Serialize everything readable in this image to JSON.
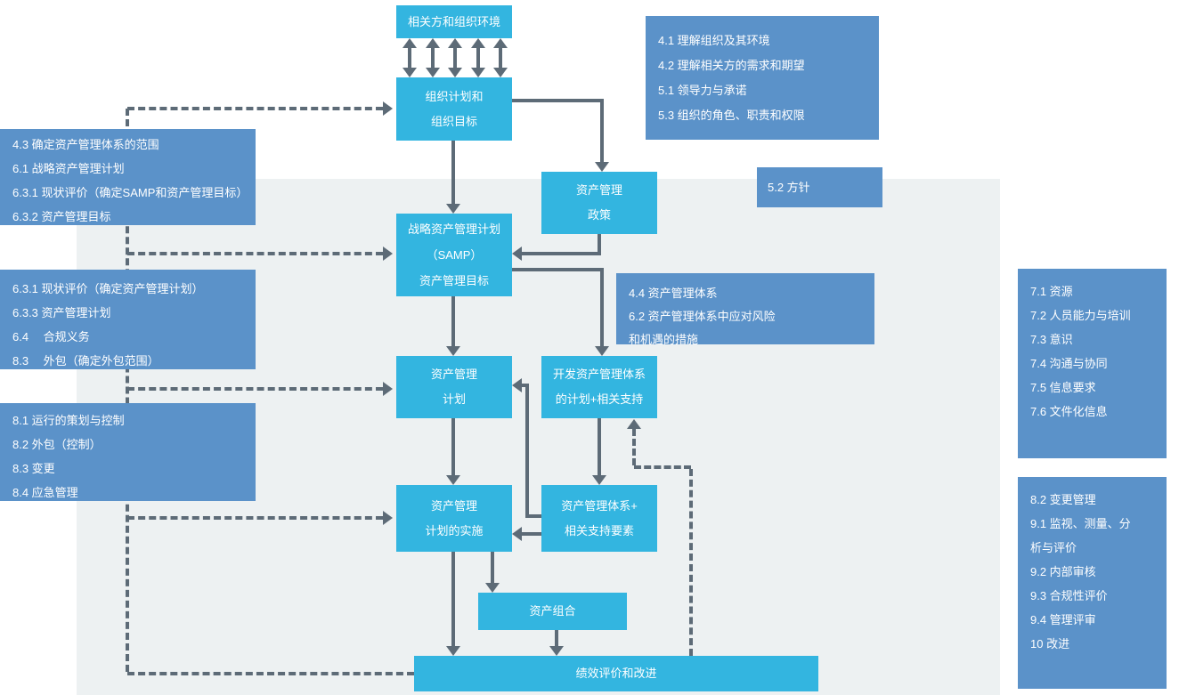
{
  "colors": {
    "process_box": "#33b5e0",
    "clause_box": "#5b92c9",
    "connector": "#5d6b77",
    "panel_bg": "#edf1f2"
  },
  "boxes": {
    "stakeholders": {
      "lines": [
        "相关方和组织环境"
      ]
    },
    "org_plan": {
      "lines": [
        "组织计划和",
        "组织目标"
      ]
    },
    "am_policy": {
      "lines": [
        "资产管理",
        "政策"
      ]
    },
    "samp": {
      "lines": [
        "战略资产管理计划",
        "（SAMP）",
        "资产管理目标"
      ]
    },
    "am_plan": {
      "lines": [
        "资产管理",
        "计划"
      ]
    },
    "develop_ams": {
      "lines": [
        "开发资产管理体系",
        "的计划+相关支持"
      ]
    },
    "plan_implementation": {
      "lines": [
        "资产管理",
        "计划的实施"
      ]
    },
    "ams_support": {
      "lines": [
        "资产管理体系+",
        "相关支持要素"
      ]
    },
    "asset_portfolio": {
      "lines": [
        "资产组合"
      ]
    },
    "performance_eval": {
      "lines": [
        "绩效评价和改进"
      ]
    }
  },
  "clauses": {
    "top_right": {
      "lines": [
        "4.1 理解组织及其环境",
        "4.2 理解相关方的需求和期望",
        "5.1 领导力与承诺",
        "5.3 组织的角色、职责和权限"
      ]
    },
    "policy52": {
      "lines": [
        "5.2 方针"
      ]
    },
    "left_1": {
      "lines": [
        "4.3 确定资产管理体系的范围",
        "6.1 战略资产管理计划",
        "6.3.1 现状评价（确定SAMP和资产管理目标）",
        "6.3.2 资产管理目标"
      ]
    },
    "left_2": {
      "lines": [
        "6.3.1 现状评价（确定资产管理计划）",
        "6.3.3 资产管理计划",
        "6.4　 合规义务",
        "8.3　 外包（确定外包范围）"
      ]
    },
    "left_3": {
      "lines": [
        "8.1 运行的策划与控制",
        "8.2 外包（控制）",
        "8.3 变更",
        "8.4 应急管理"
      ]
    },
    "mid_right": {
      "lines": [
        "4.4 资产管理体系",
        "6.2 资产管理体系中应对风险",
        "和机遇的措施"
      ]
    },
    "right_1": {
      "lines": [
        "7.1 资源",
        "7.2 人员能力与培训",
        "7.3 意识",
        "7.4 沟通与协同",
        "7.5 信息要求",
        "7.6 文件化信息"
      ]
    },
    "right_2": {
      "lines": [
        "8.2 变更管理",
        "9.1 监视、测量、分",
        "析与评价",
        "9.2 内部审核",
        "9.3 合规性评价",
        "9.4 管理评审",
        "10 改进"
      ]
    }
  }
}
